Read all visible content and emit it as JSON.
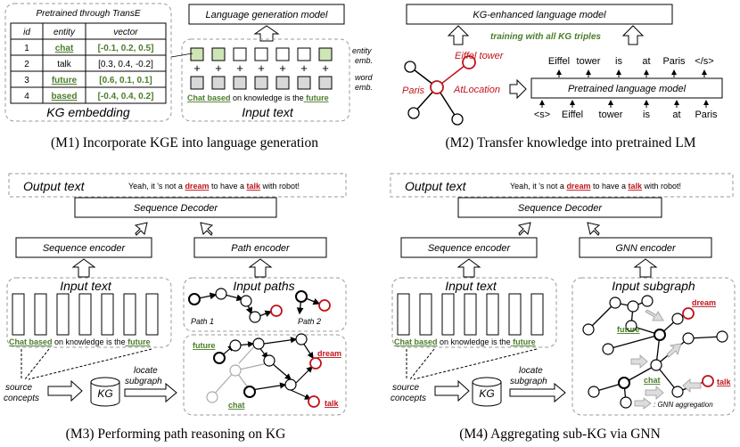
{
  "colors": {
    "green": "#4a7d2a",
    "red": "#c0141c",
    "light_green": "#cfe5b5",
    "gray_box": "#d8d8d8",
    "dash": "#999999"
  },
  "m1": {
    "table_title": "Pretrained through TransE",
    "headers": [
      "id",
      "entity",
      "vector"
    ],
    "rows": [
      {
        "id": "1",
        "entity": "chat",
        "vector": "[-0.1, 0.2, 0.5]",
        "hl": true
      },
      {
        "id": "2",
        "entity": "talk",
        "vector": "[0.3, 0.4, -0.2]",
        "hl": false
      },
      {
        "id": "3",
        "entity": "future",
        "vector": "[0.6, 0.1, 0.1]",
        "hl": true
      },
      {
        "id": "4",
        "entity": "based",
        "vector": "[-0.4, 0.4, 0.2]",
        "hl": true
      }
    ],
    "kg_label": "KG embedding",
    "lgm_label": "Language generation model",
    "entity_emb": "entity",
    "entity_emb2": "emb.",
    "word_emb": "word",
    "word_emb2": "emb.",
    "tokens": [
      "Chat",
      "based",
      "on",
      "knowledge",
      "is",
      "the",
      "future"
    ],
    "input_text": "Input text",
    "caption": "(M1) Incorporate KGE into language generation"
  },
  "m2": {
    "kg_lm": "KG-enhanced language model",
    "training": "training with all KG triples",
    "eiffel": "Eiffel tower",
    "paris": "Paris",
    "atloc": "AtLocation",
    "out_tokens": [
      "Eiffel",
      "tower",
      "is",
      "at",
      "Paris",
      "</s>"
    ],
    "plm": "Pretrained language model",
    "in_tokens": [
      "<s>",
      "Eiffel",
      "tower",
      "is",
      "at",
      "Paris"
    ],
    "caption": "(M2) Transfer knowledge into pretrained LM"
  },
  "m3": {
    "output_label": "Output text",
    "sentence_parts": [
      "Yeah, it 's not a ",
      "dream",
      " to have a ",
      "talk",
      " with robot!"
    ],
    "seq_decoder": "Sequence Decoder",
    "seq_encoder": "Sequence encoder",
    "path_encoder": "Path encoder",
    "input_text": "Input text",
    "input_paths": "Input paths",
    "path1": "Path 1",
    "path2": "Path 2",
    "tokens": [
      "Chat",
      "based",
      "on",
      "knowledge",
      "is",
      "the",
      "future"
    ],
    "source_concepts": [
      "source",
      "concepts"
    ],
    "kg": "KG",
    "locate": [
      "locate",
      "subgraph"
    ],
    "future": "future",
    "dream": "dream",
    "chat": "chat",
    "talk": "talk",
    "caption": "(M3) Performing path reasoning on KG"
  },
  "m4": {
    "output_label": "Output text",
    "sentence_parts": [
      "Yeah, it 's not a ",
      "dream",
      " to have a ",
      "talk",
      " with robot!"
    ],
    "seq_decoder": "Sequence Decoder",
    "seq_encoder": "Sequence encoder",
    "gnn_encoder": "GNN encoder",
    "input_text": "Input text",
    "input_subgraph": "Input subgraph",
    "tokens": [
      "Chat",
      "based",
      "on",
      "knowledge",
      "is",
      "the",
      "future"
    ],
    "source_concepts": [
      "source",
      "concepts"
    ],
    "kg": "KG",
    "locate": [
      "locate",
      "subgraph"
    ],
    "dream": "dream",
    "future": "future",
    "chat": "chat",
    "talk": "talk",
    "gnn_agg": ": GNN aggregation",
    "caption": "(M4) Aggregating sub-KG via GNN"
  }
}
